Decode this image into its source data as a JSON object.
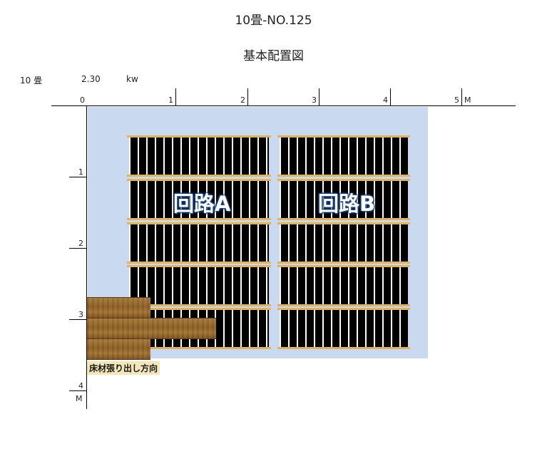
{
  "title": "10畳-NO.125",
  "subtitle": "基本配置図",
  "spec": {
    "size": "10 畳",
    "power": "2.30",
    "unit": "kw"
  },
  "axis": {
    "x_ticks": [
      "0",
      "1",
      "2",
      "3",
      "4",
      "5"
    ],
    "x_unit": "M",
    "y_ticks": [
      "1",
      "2",
      "3",
      "4"
    ],
    "y_unit": "M"
  },
  "circuits": [
    {
      "label": "回路A"
    },
    {
      "label": "回路B"
    }
  ],
  "flooring": {
    "label": "床材張り出し方向"
  },
  "colors": {
    "room": "#c8d9f0",
    "heater": "#000000",
    "rail": "#e3b35a",
    "label_glow": "#1e4a8a"
  }
}
